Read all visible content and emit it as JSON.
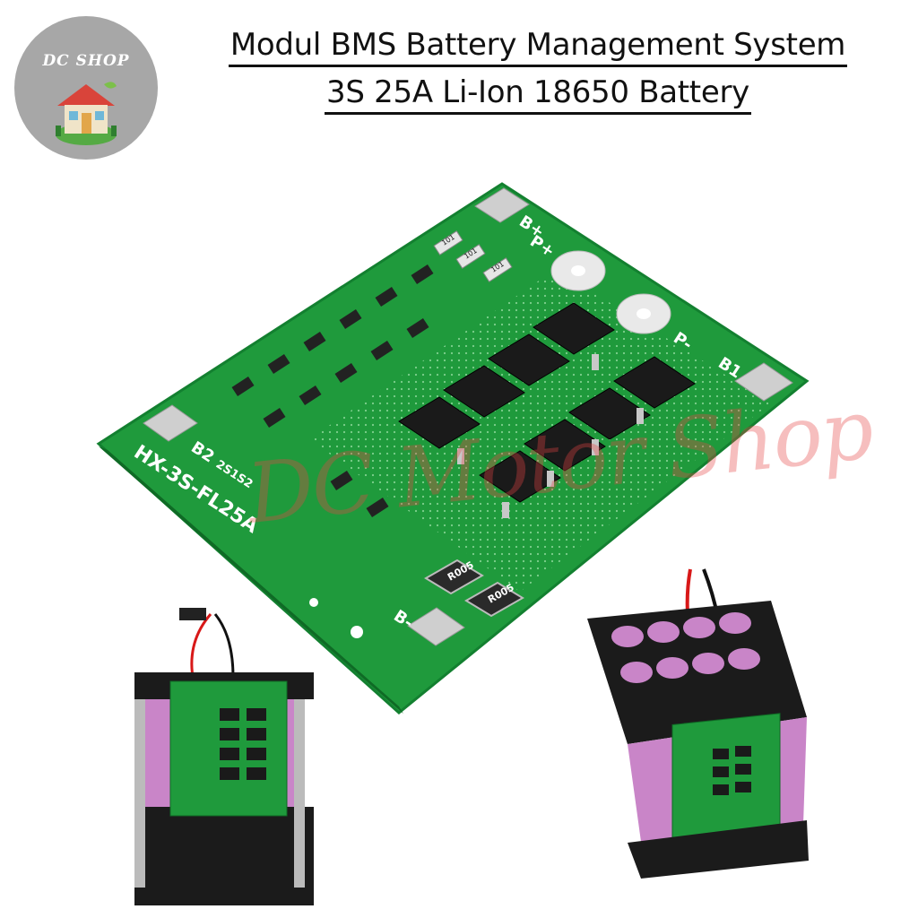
{
  "logo": {
    "text": "DC SHOP",
    "icon": "house-icon"
  },
  "title": {
    "line1": "Modul BMS Battery Management System",
    "line2": "3S 25A Li-Ion 18650 Battery"
  },
  "board": {
    "model_label": "HX-3S-FL25A",
    "pads": {
      "bplus": "B+",
      "pplus": "P+",
      "pminus": "P-",
      "b1": "B1",
      "b2": "B2",
      "bminus": "B-"
    },
    "label_2s1s2": "2S1S2",
    "resistor_top": "101",
    "resistor_shunt": "R005"
  },
  "watermark": "DC Motor Shop",
  "colors": {
    "pcb": "#1f9a3c",
    "pcb_dark": "#16782d",
    "mosfet": "#1a1a1a",
    "cell": "#c985c8",
    "holder": "#1b1b1b",
    "wire_red": "#d81818"
  }
}
